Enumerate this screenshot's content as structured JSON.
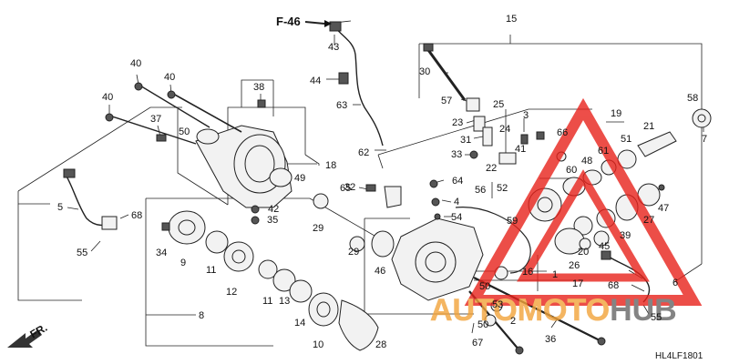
{
  "header": {
    "ref_label": "F-46"
  },
  "diagram_code": "HL4LF1801",
  "callouts": [
    "1",
    "2",
    "3",
    "4",
    "5",
    "6",
    "7",
    "8",
    "9",
    "10",
    "11",
    "11",
    "12",
    "13",
    "14",
    "15",
    "16",
    "17",
    "18",
    "19",
    "20",
    "21",
    "22",
    "23",
    "24",
    "25",
    "26",
    "27",
    "28",
    "29",
    "29",
    "30",
    "31",
    "32",
    "33",
    "34",
    "35",
    "36",
    "37",
    "38",
    "39",
    "40",
    "40",
    "40",
    "41",
    "42",
    "43",
    "44",
    "45",
    "46",
    "47",
    "48",
    "49",
    "50",
    "50",
    "50",
    "51",
    "52",
    "53",
    "54",
    "55",
    "55",
    "56",
    "57",
    "58",
    "59",
    "60",
    "61",
    "62",
    "63",
    "64",
    "65",
    "66",
    "67",
    "68",
    "68"
  ],
  "watermark": {
    "word1": "AUTOMOTO",
    "word2": "HUB",
    "accent": "#e8221b",
    "secondary": "#f2a33a"
  },
  "orientation": {
    "label": "FR."
  },
  "colors": {
    "ink": "#222222",
    "background": "#ffffff"
  }
}
